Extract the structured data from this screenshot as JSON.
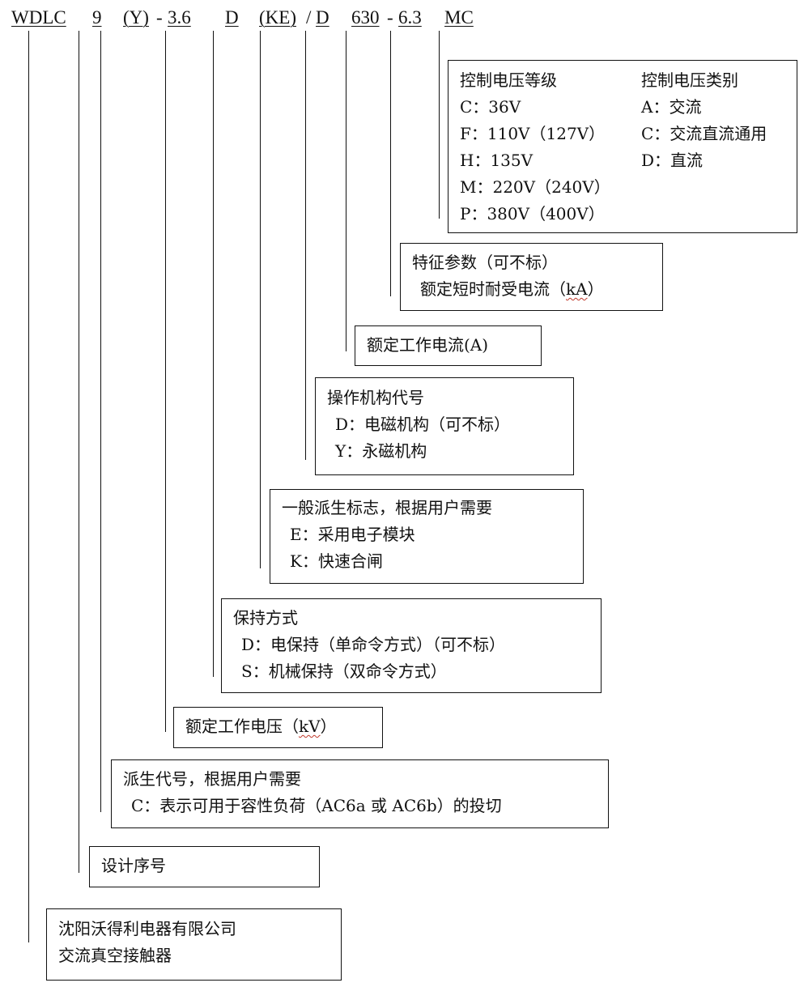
{
  "code": {
    "series": "WDLC",
    "design_no": "9",
    "derive": "(Y)",
    "dash1": "-",
    "voltage": "3.6",
    "hold": "D",
    "general": "(KE)",
    "slash": "/",
    "mechanism": "D",
    "current": "630",
    "dash2": "-",
    "short_current": "6.3",
    "control": "MC"
  },
  "boxes": {
    "control": {
      "voltage_title": "控制电压等级",
      "voltage_items": [
        "C：36V",
        "F：110V（127V）",
        "H：135V",
        "M：220V（240V）",
        "P：380V（400V）"
      ],
      "type_title": "控制电压类别",
      "type_items": [
        "A：交流",
        "C：交流直流通用",
        "D：直流"
      ]
    },
    "feature": {
      "title": "特征参数（可不标）",
      "line_prefix": "额定短时耐受电流（",
      "unit": "kA",
      "line_suffix": "）"
    },
    "rated_current": {
      "title": "额定工作电流(A)"
    },
    "mechanism": {
      "title": "操作机构代号",
      "items": [
        "D：电磁机构（可不标）",
        "Y：永磁机构"
      ]
    },
    "general": {
      "title": "一般派生标志，根据用户需要",
      "items": [
        "E：采用电子模块",
        "K：快速合闸"
      ]
    },
    "hold": {
      "title": "保持方式",
      "items": [
        "D：电保持（单命令方式）（可不标）",
        "S：机械保持（双命令方式）"
      ]
    },
    "rated_voltage": {
      "prefix": "额定工作电压（",
      "unit": "kV",
      "suffix": "）"
    },
    "derive": {
      "title": "派生代号，根据用户需要",
      "items": [
        "C：表示可用于容性负荷（AC6a 或 AC6b）的投切"
      ]
    },
    "design": {
      "title": "设计序号"
    },
    "company": {
      "lines": [
        "沈阳沃得利电器有限公司",
        "交流真空接触器"
      ]
    }
  }
}
